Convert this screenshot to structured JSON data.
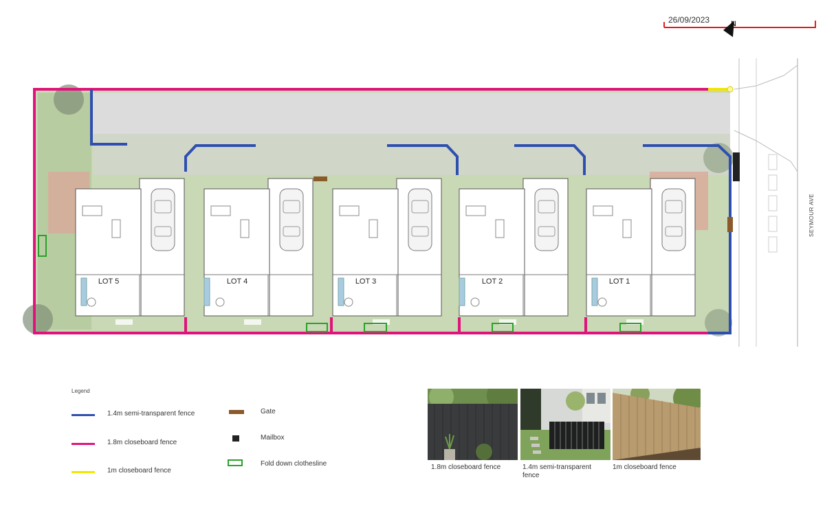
{
  "header": {
    "date": "26/09/2023",
    "north_label": "N"
  },
  "plan": {
    "street_name": "SEYMOUR AVE",
    "lots": [
      {
        "label": "LOT 5"
      },
      {
        "label": "LOT 4"
      },
      {
        "label": "LOT 3"
      },
      {
        "label": "LOT 2"
      },
      {
        "label": "LOT 1"
      }
    ]
  },
  "legend": {
    "title": "Legend",
    "items": [
      {
        "label": "1.4m semi-transparent fence",
        "color": "#2e4fb0",
        "symbol": "line"
      },
      {
        "label": "1.8m closeboard fence",
        "color": "#e0137a",
        "symbol": "line"
      },
      {
        "label": "1m closeboard fence",
        "color": "#f2e600",
        "symbol": "line"
      },
      {
        "label": "Gate",
        "color": "#8a5a2b",
        "symbol": "bar"
      },
      {
        "label": "Mailbox",
        "color": "#222222",
        "symbol": "square"
      },
      {
        "label": "Fold down clothesline",
        "color": "#2aa02a",
        "symbol": "box"
      }
    ]
  },
  "photos": [
    {
      "caption": "1.8m closeboard fence",
      "icon": "dark-fence-photo"
    },
    {
      "caption": "1.4m semi-transparent fence",
      "icon": "slatted-gate-photo"
    },
    {
      "caption": "1m closeboard fence",
      "icon": "timber-fence-photo"
    }
  ],
  "colors": {
    "semi_transparent": "#2e4fb0",
    "closeboard_18": "#e0137a",
    "closeboard_1": "#f2e600",
    "gate": "#8a5a2b",
    "clothesline": "#2aa02a",
    "scale_bar": "#e01b1b"
  }
}
